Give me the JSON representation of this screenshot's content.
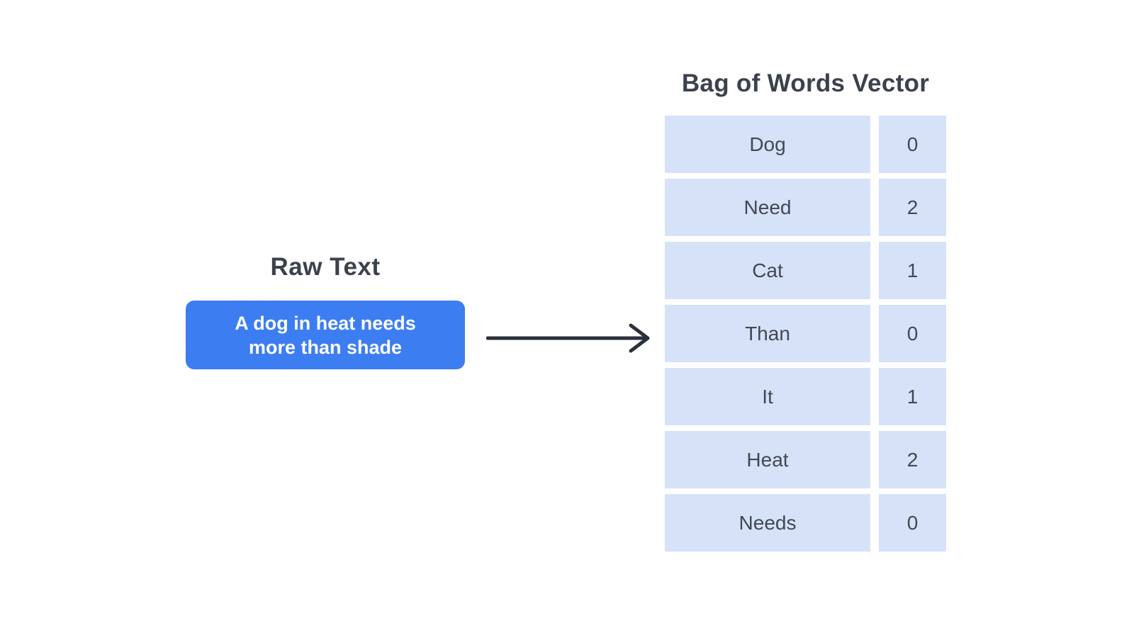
{
  "raw_text": {
    "title": "Raw Text",
    "box_lines": [
      "A dog in heat needs",
      "more than shade"
    ]
  },
  "vector": {
    "title": "Bag of Words Vector",
    "rows": [
      {
        "word": "Dog",
        "count": "0"
      },
      {
        "word": "Need",
        "count": "2"
      },
      {
        "word": "Cat",
        "count": "1"
      },
      {
        "word": "Than",
        "count": "0"
      },
      {
        "word": "It",
        "count": "1"
      },
      {
        "word": "Heat",
        "count": "2"
      },
      {
        "word": "Needs",
        "count": "0"
      }
    ]
  },
  "colors": {
    "accent_blue": "#3d7df2",
    "cell_blue": "#d6e2f7",
    "title_text": "#3b414d",
    "cell_text": "#424954",
    "arrow": "#2b303b",
    "background": "#ffffff"
  }
}
